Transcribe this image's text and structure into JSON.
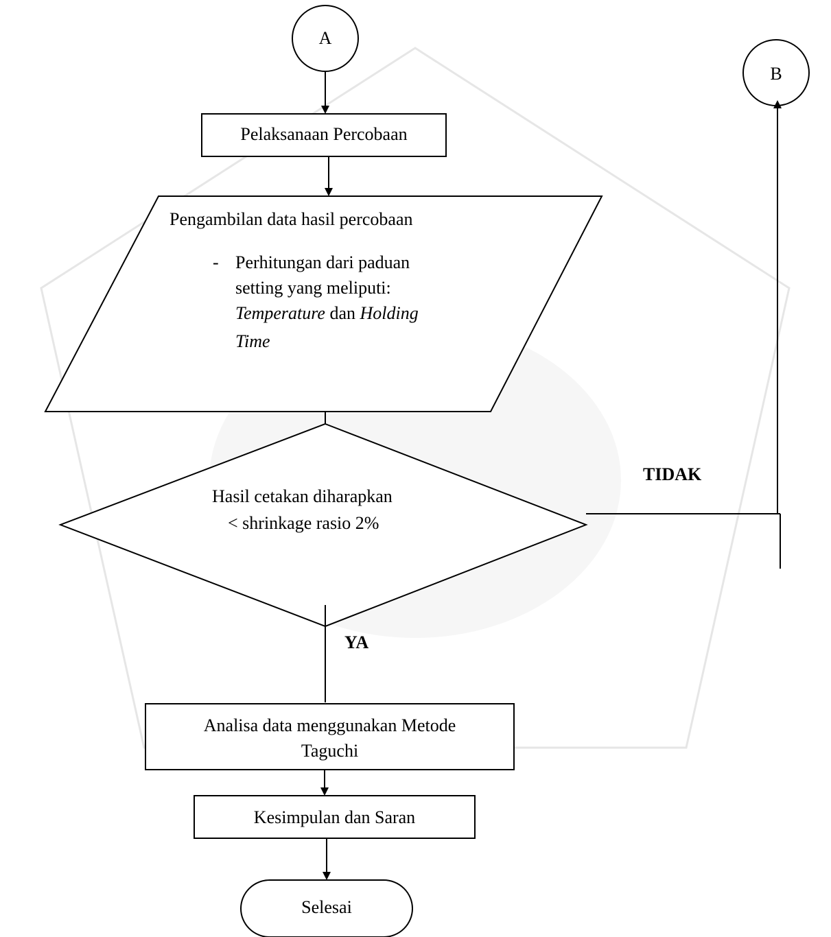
{
  "nodes": {
    "connector_a": {
      "label": "A"
    },
    "connector_b": {
      "label": "B"
    },
    "experiment": {
      "label": "Pelaksanaan Percobaan"
    },
    "data_collection": {
      "title": "Pengambilan data hasil percobaan",
      "bullet": "-",
      "line1": "Perhitungan dari paduan",
      "line2": "setting yang meliputi:",
      "line3_italic_1": "Temperature",
      "line3_mid": " dan ",
      "line3_italic_2": "Holding",
      "line4_italic": "Time"
    },
    "decision": {
      "line1": "Hasil cetakan diharapkan",
      "line2": "< shrinkage rasio 2%"
    },
    "analysis": {
      "line1": "Analisa data menggunakan Metode",
      "line2": "Taguchi"
    },
    "conclusion": {
      "label": "Kesimpulan dan Saran"
    },
    "end": {
      "label": "Selesai"
    }
  },
  "edges": {
    "no_label": "TIDAK",
    "yes_label": "YA"
  },
  "colors": {
    "stroke": "#000000",
    "background": "#ffffff",
    "watermark": "#d9d9d9"
  }
}
